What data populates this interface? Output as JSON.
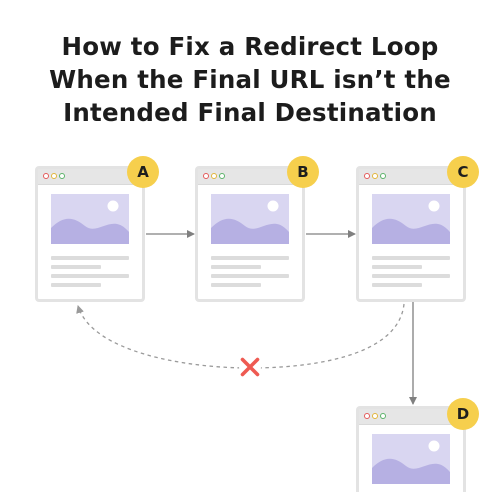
{
  "title": {
    "line1": "How to Fix a Redirect Loop",
    "line2": "When the Final URL isn’t the",
    "line3": "Intended Final Destination"
  },
  "pages": [
    {
      "label": "A"
    },
    {
      "label": "B"
    },
    {
      "label": "C"
    },
    {
      "label": "D"
    }
  ],
  "colors": {
    "badge": "#f6cf4d",
    "arrow": "#808080",
    "loop_path": "#9a9a9a",
    "cross": "#ee5a52",
    "image_fill": "#d9d6f1",
    "mountain": "#b6b0e3",
    "window_border": "#e3e3e3"
  },
  "icons": {
    "cross": "x-mark-icon",
    "image": "image-placeholder-icon"
  }
}
